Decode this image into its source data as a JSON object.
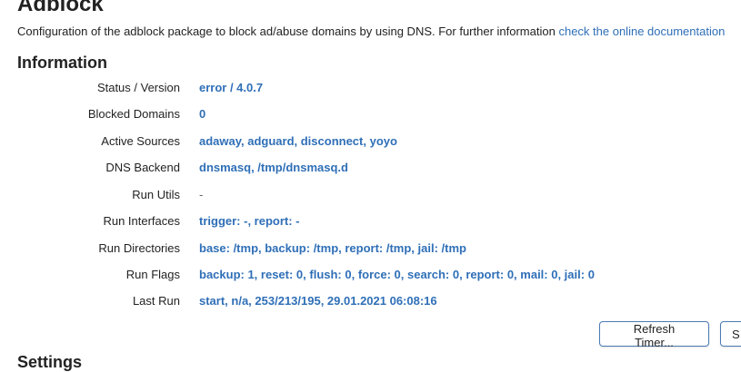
{
  "page": {
    "title": "Adblock",
    "intro_text": "Configuration of the adblock package to block ad/abuse domains by using DNS. For further information",
    "intro_link": "check the online documentation"
  },
  "information": {
    "title": "Information",
    "rows": [
      {
        "label": "Status / Version",
        "value": "error / 4.0.7"
      },
      {
        "label": "Blocked Domains",
        "value": "0"
      },
      {
        "label": "Active Sources",
        "value": "adaway, adguard, disconnect, yoyo"
      },
      {
        "label": "DNS Backend",
        "value": "dnsmasq, /tmp/dnsmasq.d"
      },
      {
        "label": "Run Utils",
        "value": "-"
      },
      {
        "label": "Run Interfaces",
        "value": "trigger: -, report: -"
      },
      {
        "label": "Run Directories",
        "value": "base: /tmp, backup: /tmp, report: /tmp, jail: /tmp"
      },
      {
        "label": "Run Flags",
        "value": "backup: 1, reset: 0, flush: 0, force: 0, search: 0, report: 0, mail: 0, jail: 0"
      },
      {
        "label": "Last Run",
        "value": "start, n/a, 253/213/195, 29.01.2021 06:08:16"
      }
    ]
  },
  "buttons": {
    "refresh_timer": "Refresh Timer...",
    "next": "S"
  },
  "settings": {
    "title": "Settings"
  },
  "colors": {
    "link": "#2f6fb7",
    "text": "#222222",
    "button_border": "#4a7ab5"
  }
}
